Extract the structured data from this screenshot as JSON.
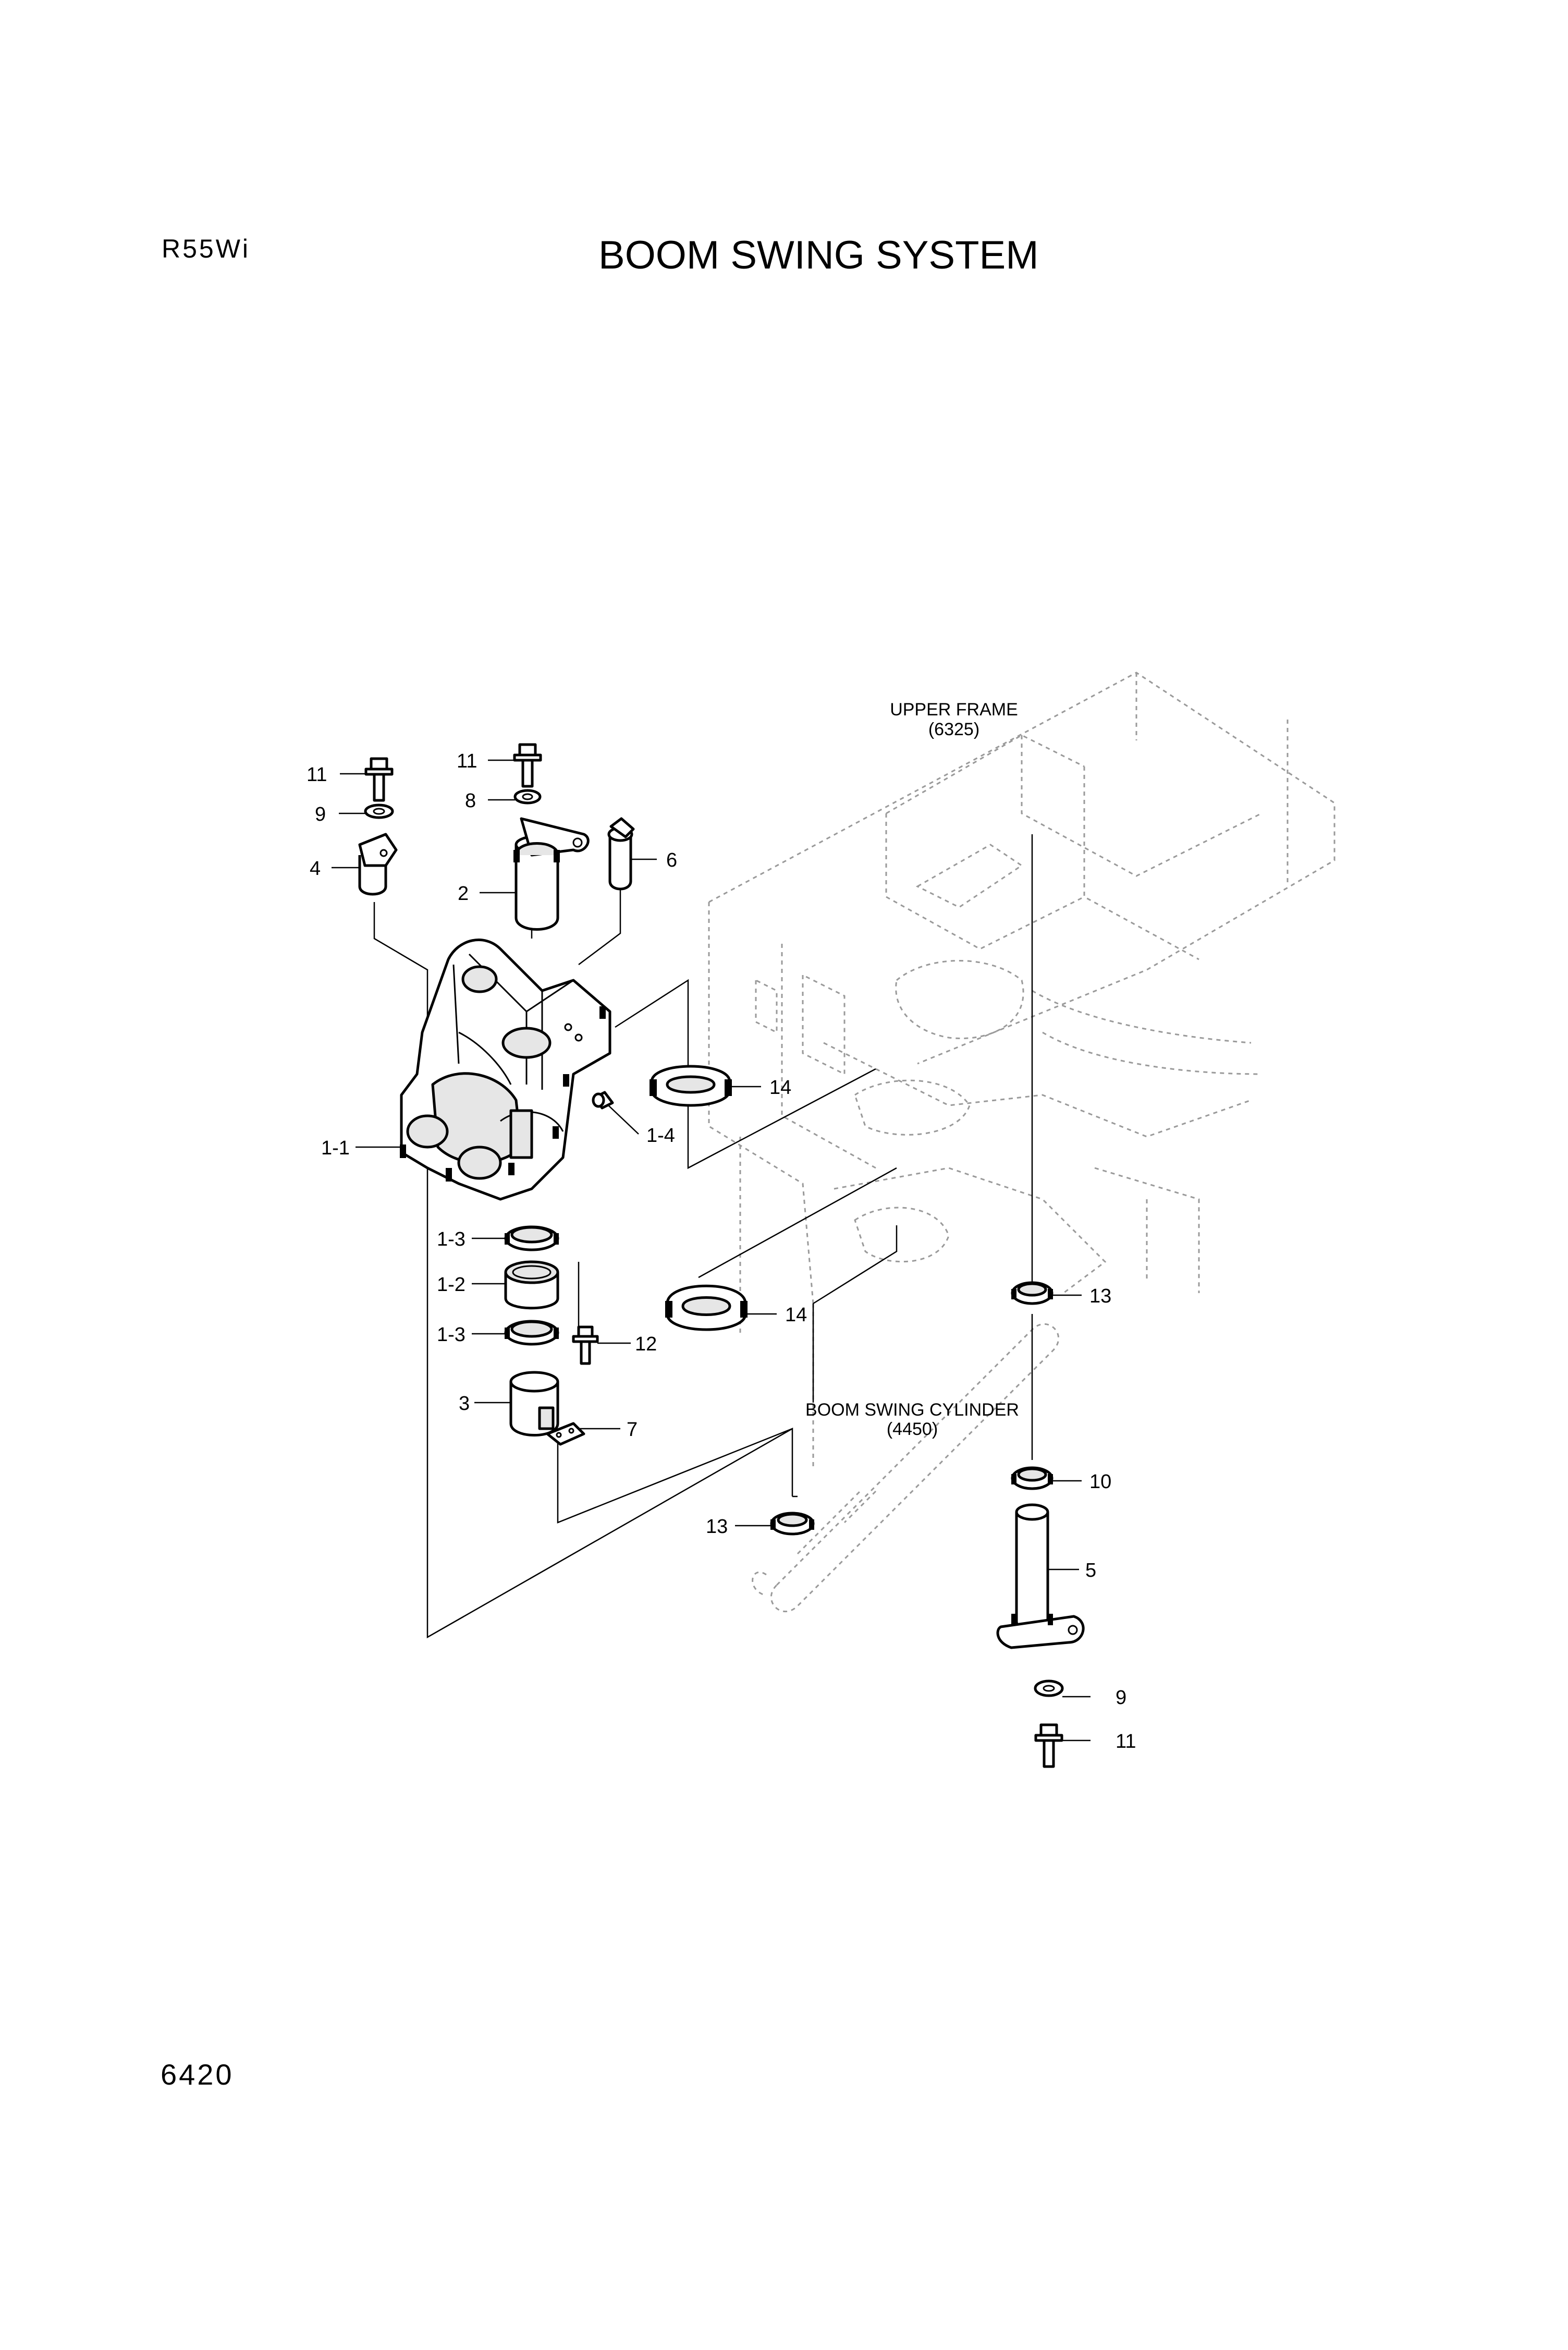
{
  "header": {
    "model": "R55Wi",
    "title": "BOOM SWING SYSTEM",
    "page_number": "6420"
  },
  "references": {
    "upper_frame": {
      "line1": "UPPER FRAME",
      "line2": "(6325)"
    },
    "boom_swing_cylinder": {
      "line1": "BOOM SWING CYLINDER",
      "line2": "(4450)"
    }
  },
  "callouts": {
    "c11a": "11",
    "c9a": "9",
    "c4": "4",
    "c11b": "11",
    "c8": "8",
    "c2": "2",
    "c6": "6",
    "c14a": "14",
    "c1_4": "1-4",
    "c1_1": "1-1",
    "c1_3a": "1-3",
    "c1_2": "1-2",
    "c1_3b": "1-3",
    "c14b": "14",
    "c12": "12",
    "c3": "3",
    "c7": "7",
    "c13a": "13",
    "c13b": "13",
    "c10": "10",
    "c5": "5",
    "c9b": "9",
    "c11c": "11"
  }
}
